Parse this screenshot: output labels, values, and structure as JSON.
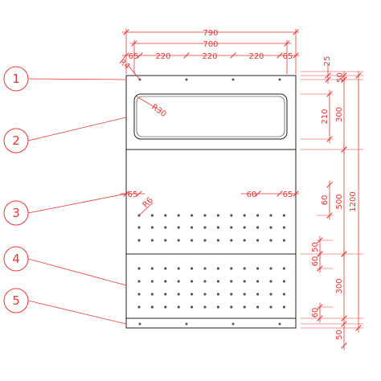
{
  "callouts": [
    "1",
    "2",
    "3",
    "4",
    "5"
  ],
  "top_dims": {
    "overall": "790",
    "inner": "700",
    "segments": [
      "65",
      "220",
      "220",
      "220",
      "65"
    ]
  },
  "right_dims": {
    "overall": "1200",
    "top_offset": "25",
    "top_margin": "50",
    "window_height": "210",
    "upper_section": "300",
    "middle_section": "500",
    "hole_offset_a": "60",
    "hole_offset_b": "50",
    "hole_offset_c": "60",
    "lower_section": "300",
    "hole_offset_d": "60",
    "bottom_margin": "50"
  },
  "radius_labels": {
    "corner": "R4",
    "window": "R30",
    "perforation": "R6"
  },
  "mid_dims": {
    "left_offset": "65",
    "hole_pitch": "60",
    "right_offset": "65"
  },
  "colors": {
    "annotation": "#e53935",
    "outline": "#222222",
    "holes": "#555555"
  }
}
